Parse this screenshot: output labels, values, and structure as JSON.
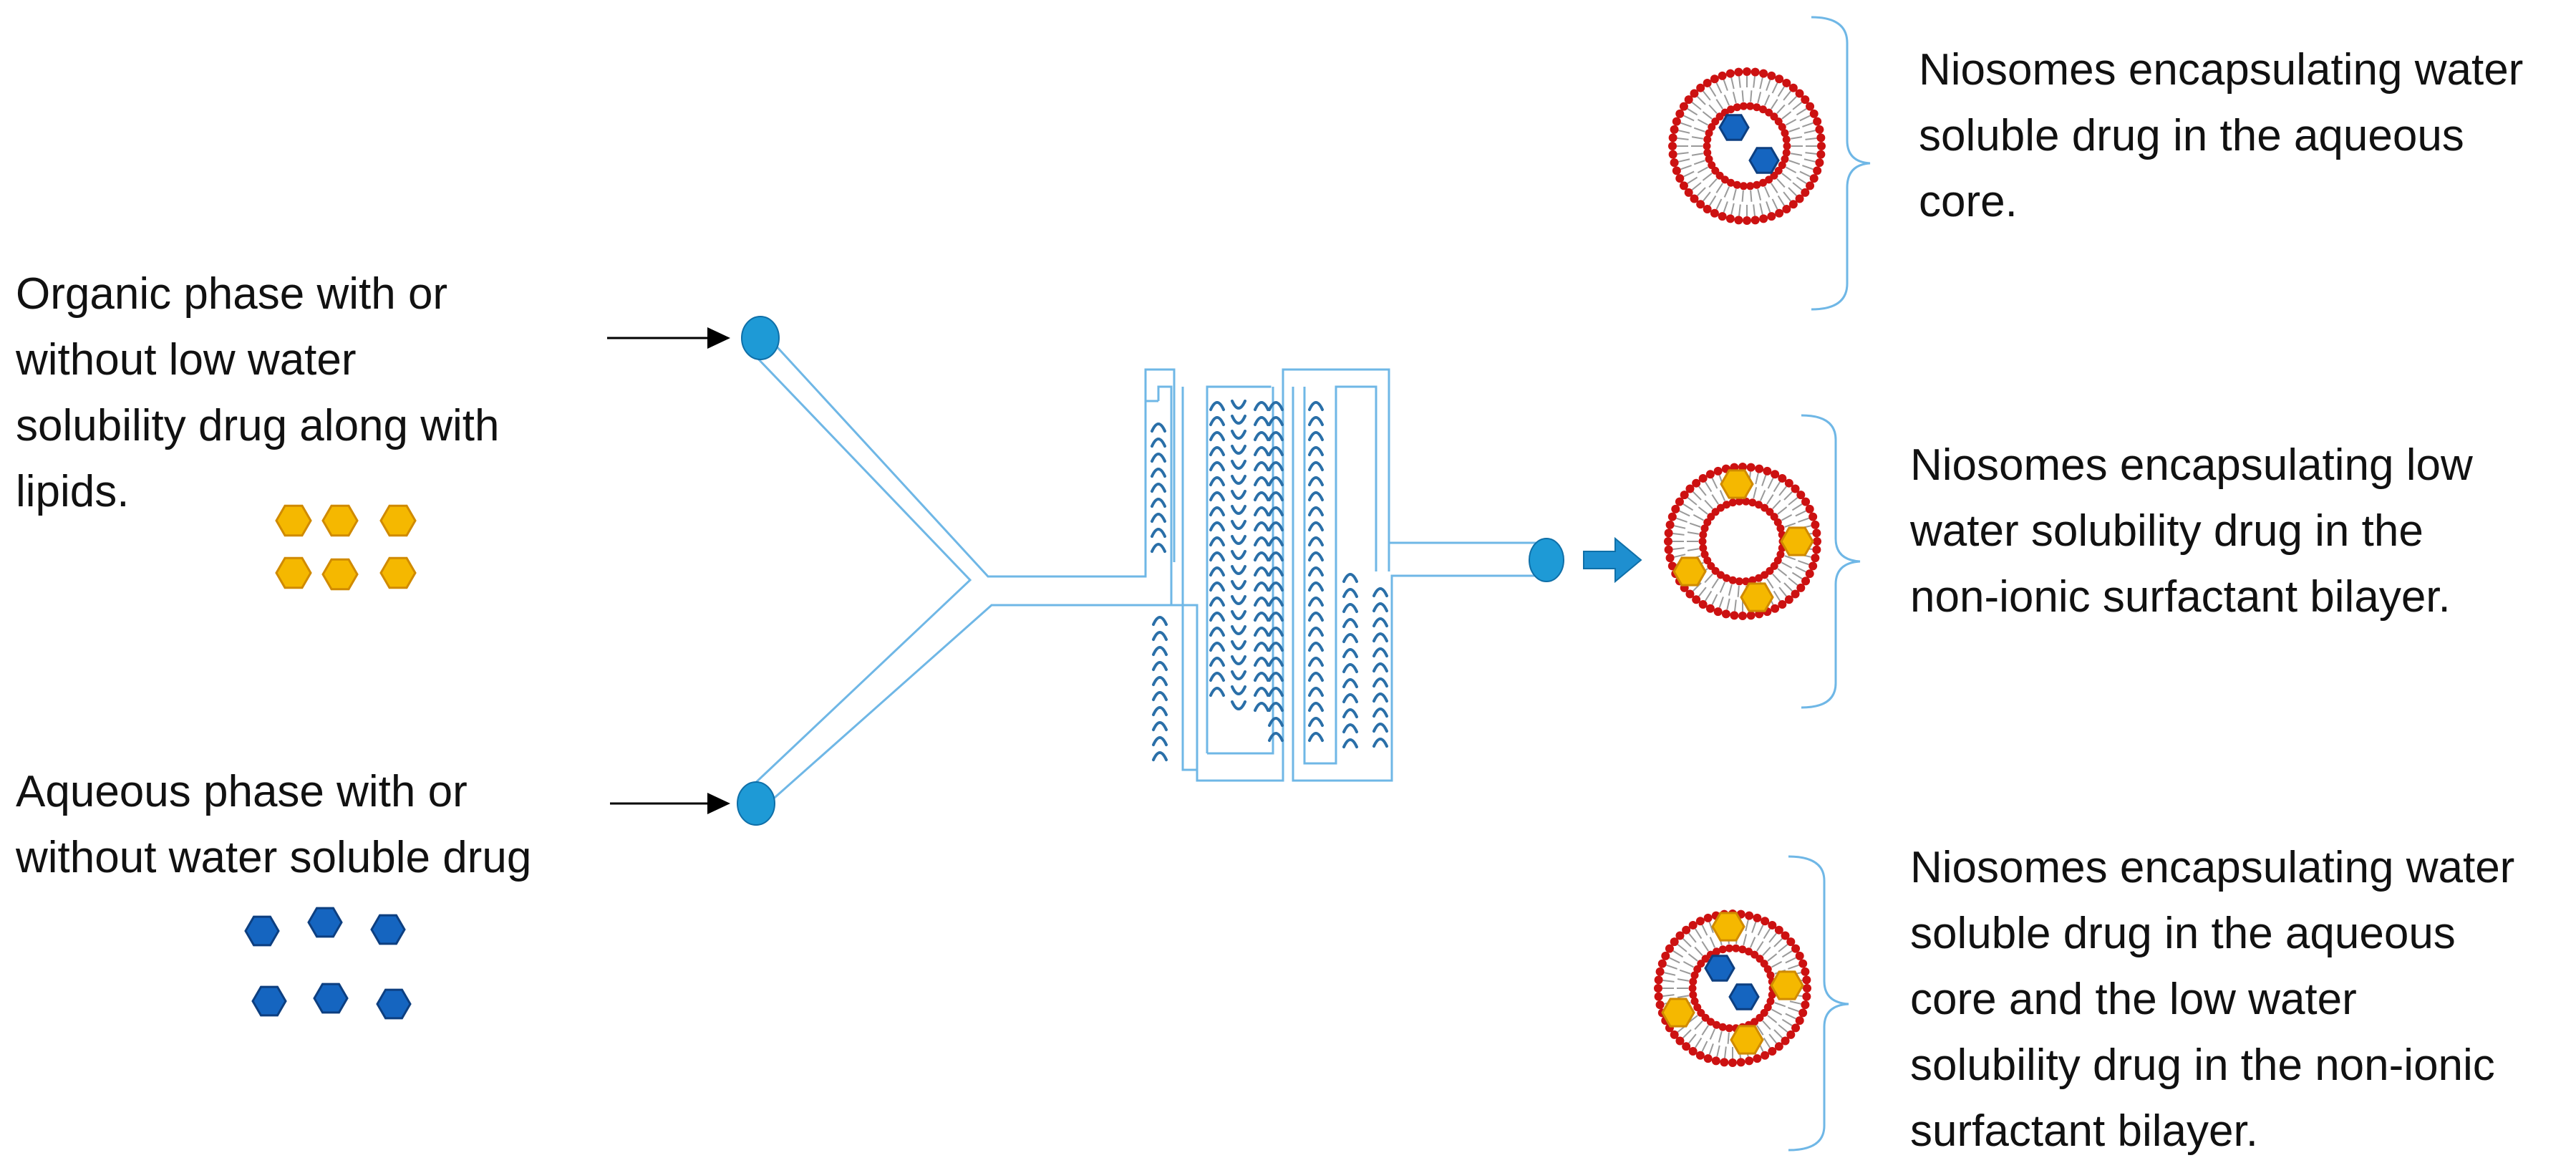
{
  "labels": {
    "organic": [
      "Organic phase with or",
      "without low water",
      "solubility drug along with",
      "lipids."
    ],
    "aqueous": [
      "Aqueous phase with or",
      "without water soluble drug"
    ],
    "out1": [
      "Niosomes encapsulating water",
      "soluble drug in the aqueous",
      "core."
    ],
    "out2": [
      "Niosomes encapsulating low",
      "water solubility drug in the",
      "non-ionic surfactant bilayer."
    ],
    "out3": [
      "Niosomes encapsulating water",
      "soluble drug in the aqueous",
      "core and the low water",
      "solubility drug in the non-ionic",
      "surfactant bilayer."
    ]
  },
  "colors": {
    "channel": "#6fb7e6",
    "inlet": "#1e9ad6",
    "chevron": "#2a6fa8",
    "hydrophobic_drug": "#f5b800",
    "hydrophobic_drug_edge": "#d08a00",
    "hydrophilic_drug": "#1565c0",
    "hydrophilic_drug_edge": "#0d3f80",
    "lipid_head": "#cc1111",
    "lipid_tail": "#9a9a9a",
    "brace": "#6fb7e6",
    "arrow_out": "#1e8fd0"
  }
}
